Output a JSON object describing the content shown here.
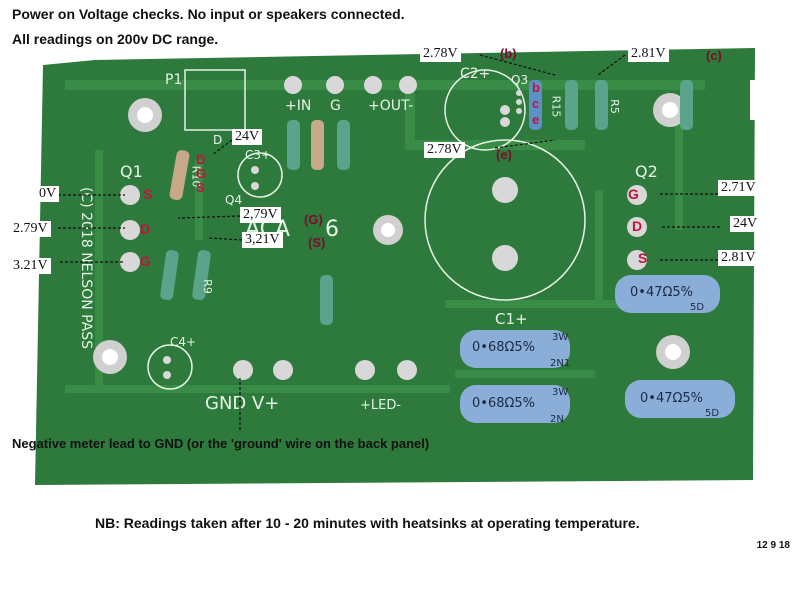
{
  "header": {
    "line1": "Power on Voltage checks. No input or speakers connected.",
    "line2": "All readings on 200v DC range."
  },
  "silkscreen": {
    "p1": "P1",
    "in": "+IN",
    "g": "G",
    "out": "+OUT-",
    "c2": "C2+",
    "q3": "Q3",
    "r15": "R15",
    "r5": "R5",
    "q1": "Q1",
    "q2": "Q2",
    "q4": "Q4",
    "c3": "C3+",
    "r10": "R10",
    "r9": "R9",
    "d": "D",
    "copyright": "(C) 2018 NELSON PASS",
    "aca": "ACA",
    "aca_num": "6",
    "c1": "C1+",
    "c4": "C4+",
    "gnd_v": "GND V+",
    "led": "+LED-"
  },
  "readings": {
    "q1_s": "0V",
    "q1_d": "2.79V",
    "q1_g": "3.21V",
    "q4_d": "24V",
    "q4_g": "2,79V",
    "q4_s": "3,21V",
    "b": "2.78V",
    "c": "2.81V",
    "e": "2.78V",
    "q2_g": "2.71V",
    "q2_d": "24V",
    "q2_s": "2.81V"
  },
  "pin_labels": {
    "s": "S",
    "d": "D",
    "g": "G",
    "b": "b",
    "c": "c",
    "e": "e",
    "q4_g_paren": "(G)",
    "q4_s_paren": "(S)",
    "b_paren": "(b)",
    "c_paren": "(c)",
    "e_paren": "(e)"
  },
  "resistor_marks": {
    "r_top": "0•68Ω5%",
    "r_top_code": "2N1",
    "r_bot": "0•68Ω5%",
    "r_bot_code": "2N",
    "r_right_top": "0•47Ω5%",
    "r_right_top_code": "5D",
    "r_right_bot": "0•47Ω5%",
    "r_right_bot_code": "5D",
    "watt": "3W",
    "watt2": "3W"
  },
  "note": "Negative meter lead to GND (or the 'ground' wire on the back panel)",
  "footer": "NB: Readings taken after 10 - 20 minutes with heatsinks at operating temperature.",
  "date": "12 9 18",
  "colors": {
    "pcb": "#2e7a3c",
    "pcb_dark": "#245f2f",
    "silk": "#e6f3e6",
    "pad": "#d8d8d8",
    "pin_red": "#c0143c",
    "resistor_blue": "#8aaed8"
  }
}
